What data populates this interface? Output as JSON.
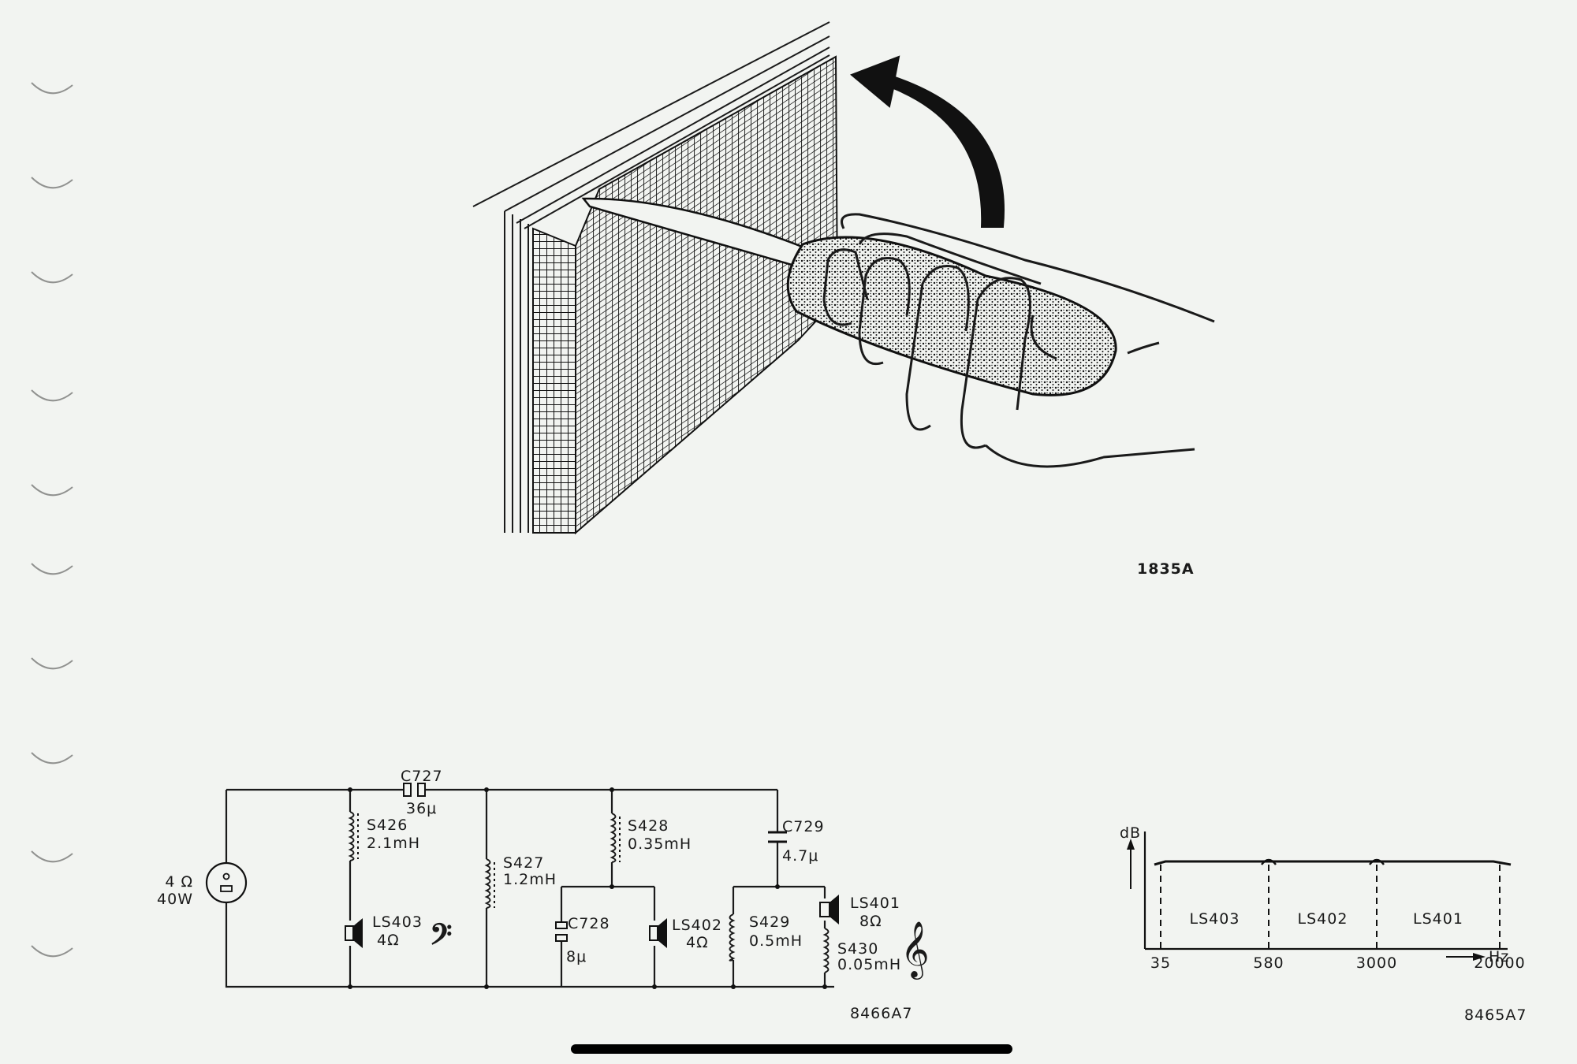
{
  "illustration": {
    "figure_ref": "1835A"
  },
  "crossover_schematic": {
    "figure_ref": "8466A7",
    "source": {
      "impedance": "4 Ω",
      "power": "40W"
    },
    "components": {
      "c727": {
        "name": "C727",
        "value": "36μ"
      },
      "s426": {
        "name": "S426",
        "value": "2.1mH"
      },
      "s427": {
        "name": "S427",
        "value": "1.2mH"
      },
      "s428": {
        "name": "S428",
        "value": "0.35mH"
      },
      "c729": {
        "name": "C729",
        "value": "4.7μ"
      },
      "c728": {
        "name": "C728",
        "value": "8μ"
      },
      "ls403": {
        "name": "LS403",
        "value": "4Ω"
      },
      "ls402": {
        "name": "LS402",
        "value": "4Ω"
      },
      "s429": {
        "name": "S429",
        "value": "0.5mH"
      },
      "ls401": {
        "name": "LS401",
        "value": "8Ω"
      },
      "s430": {
        "name": "S430",
        "value": "0.05mH"
      }
    },
    "bass_symbol": "𝄢",
    "treble_symbol": "𝄞"
  },
  "response_chart": {
    "figure_ref": "8465A7",
    "y_label": "dB",
    "x_label": "Hz",
    "x_ticks": [
      "35",
      "580",
      "3000",
      "20000"
    ],
    "bands": [
      "LS403",
      "LS402",
      "LS401"
    ]
  },
  "chart_data": {
    "type": "line",
    "xlabel": "Hz",
    "ylabel": "dB",
    "x": [
      35,
      580,
      3000,
      20000
    ],
    "bands": [
      {
        "name": "LS403",
        "from": 35,
        "to": 580
      },
      {
        "name": "LS402",
        "from": 580,
        "to": 3000
      },
      {
        "name": "LS401",
        "from": 3000,
        "to": 20000
      }
    ],
    "response": "flat",
    "grid": false
  }
}
